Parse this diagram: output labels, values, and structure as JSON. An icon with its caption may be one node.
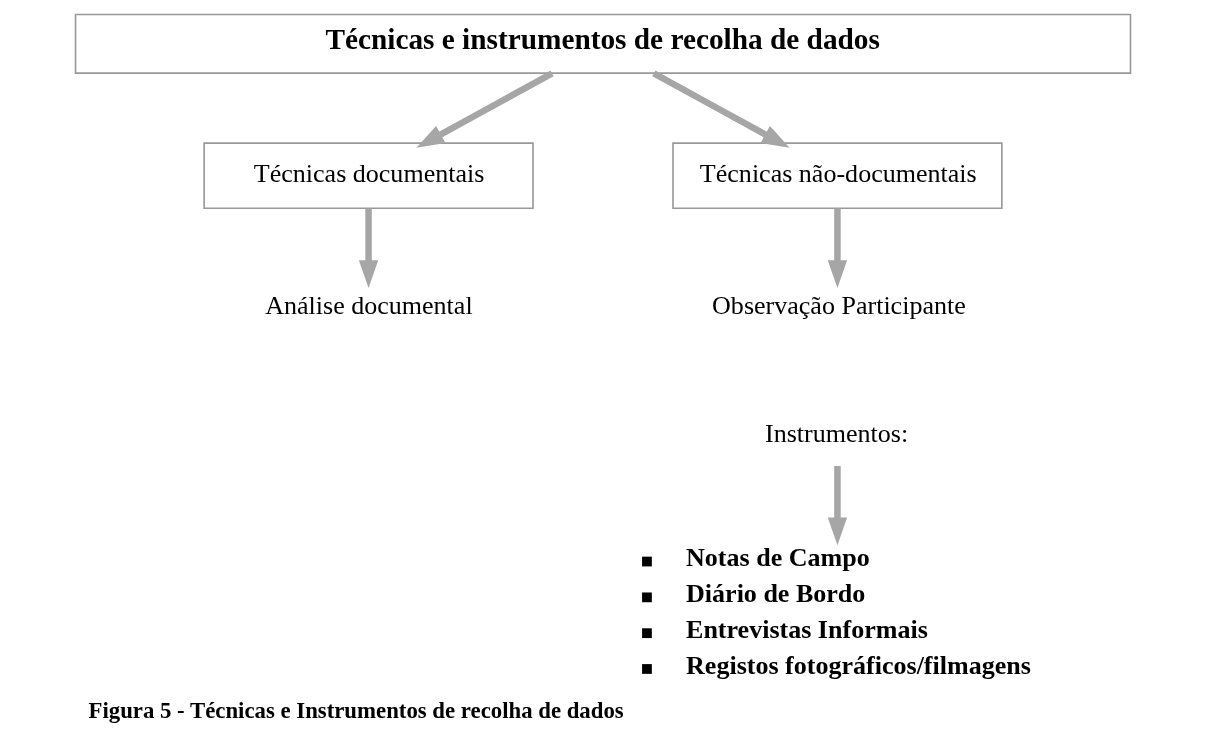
{
  "diagram": {
    "caption": "Figura 5 - Técnicas e Instrumentos de recolha de dados",
    "nodes": [
      {
        "text": [
          "Técnicas e instrumentos de recolha de dados"
        ]
      },
      {
        "text": [
          "Técnicas documentais"
        ]
      },
      {
        "text": [
          "Técnicas não-documentais"
        ]
      },
      {
        "text": [
          "Análise documental"
        ]
      },
      {
        "text": [
          "Observação Participante"
        ]
      },
      {
        "text": [
          "Instrumentos:"
        ]
      },
      {
        "text": [
          "Notas de Campo",
          "Diário de Bordo",
          "Entrevistas Informais",
          "Registos fotográficos/filmagens"
        ]
      }
    ],
    "edges": [
      {
        "from": 0,
        "to": 1,
        "arrow": "to"
      },
      {
        "from": 0,
        "to": 2,
        "arrow": "to"
      },
      {
        "from": 1,
        "to": 3,
        "arrow": "to"
      },
      {
        "from": 2,
        "to": 4,
        "arrow": "to"
      },
      {
        "from": 5,
        "to": 6,
        "arrow": "to"
      }
    ]
  }
}
